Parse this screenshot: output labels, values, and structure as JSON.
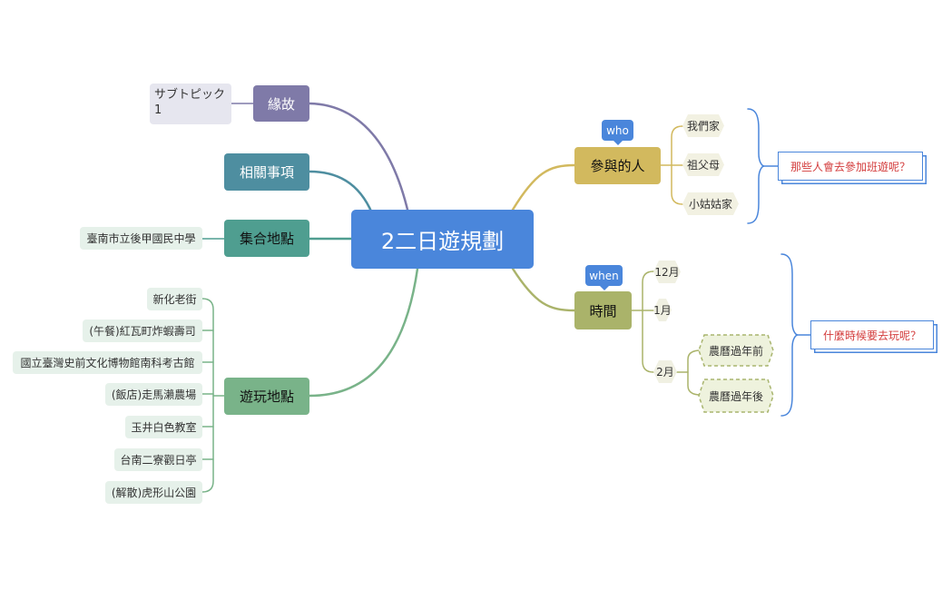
{
  "central": {
    "label": "2二日遊規劃"
  },
  "branches": {
    "yuangu": {
      "label": "緣故",
      "children": [
        "サブトピック 1"
      ]
    },
    "related": {
      "label": "相關事項"
    },
    "meeting": {
      "label": "集合地點",
      "children": [
        "臺南市立後甲國民中學"
      ]
    },
    "places": {
      "label": "遊玩地點",
      "children": [
        "新化老街",
        "(午餐)紅瓦町炸蝦壽司",
        "國立臺灣史前文化博物館南科考古館",
        "(飯店)走馬瀨農場",
        "玉井白色教室",
        "台南二寮觀日亭",
        "(解散)虎形山公園"
      ]
    },
    "people": {
      "label": "參與的人",
      "tag": "who",
      "children": [
        "我們家",
        "祖父母",
        "小姑姑家"
      ],
      "summary": "那些人會去參加班遊呢？"
    },
    "time": {
      "label": "時間",
      "tag": "when",
      "children": [
        "12月",
        "1月",
        "2月"
      ],
      "feb_children": [
        "農曆過年前",
        "農曆過年後"
      ],
      "summary": "什麼時候要去玩呢？"
    }
  },
  "colors": {
    "central": "#4a86db",
    "yuangu": "#7f7aa8",
    "related": "#4e8ea0",
    "meeting": "#4f9e90",
    "places": "#79b389",
    "people": "#d2b95e",
    "time": "#aab36a",
    "summary_border": "#4a86db",
    "summary_text": "#d33b3b"
  }
}
